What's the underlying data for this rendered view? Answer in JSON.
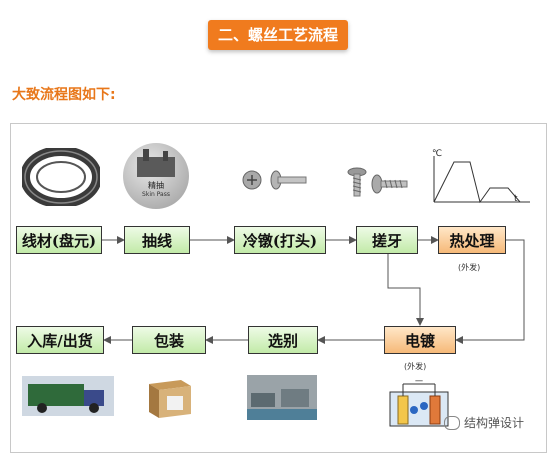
{
  "banner": {
    "title": "二、螺丝工艺流程"
  },
  "subtitle": "大致流程图如下:",
  "boxes": {
    "wire": "线材(盘元)",
    "draw": "抽线",
    "head": "冷镦(打头)",
    "thread": "搓牙",
    "heat": "热处理",
    "plate": "电镀",
    "sort": "选别",
    "pack": "包装",
    "store": "入库/出货"
  },
  "notes": {
    "heat": "(外发)",
    "plate": "(外发)"
  },
  "images": {
    "jingchou": "精抽",
    "skinpass": "Skin Pass",
    "celsius": "℃",
    "time": "t",
    "plating_label": "一"
  },
  "watermark": "结构弹设计",
  "colors": {
    "banner": "#f07b1e",
    "subtitle": "#e8771a",
    "box_green": "#c2eaa8",
    "box_orange": "#f6b978"
  }
}
